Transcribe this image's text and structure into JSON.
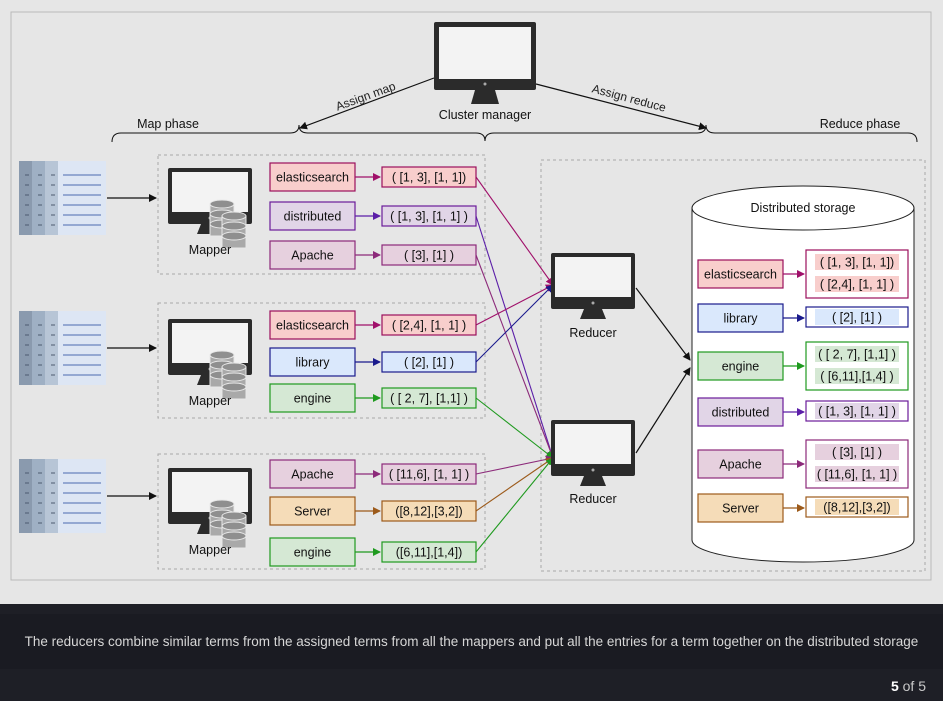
{
  "diagram": {
    "cluster_manager": "Cluster manager",
    "assign_map": "Assign map",
    "assign_reduce": "Assign reduce",
    "map_phase": "Map phase",
    "reduce_phase": "Reduce phase",
    "mapper_label": "Mapper",
    "reducer_label": "Reducer",
    "storage_title": "Distributed storage",
    "mappers": [
      {
        "terms": [
          {
            "term": "elasticsearch",
            "value": "( [1, 3], [1, 1])",
            "color": "pink"
          },
          {
            "term": "distributed",
            "value": "( [1, 3], [1, 1] )",
            "color": "purple"
          },
          {
            "term": "Apache",
            "value": "( [3], [1] )",
            "color": "mauve"
          }
        ]
      },
      {
        "terms": [
          {
            "term": "elasticsearch",
            "value": "( [2,4], [1, 1] )",
            "color": "pink"
          },
          {
            "term": "library",
            "value": "( [2], [1] )",
            "color": "blue"
          },
          {
            "term": "engine",
            "value": "( [ 2, 7], [1,1] )",
            "color": "green"
          }
        ]
      },
      {
        "terms": [
          {
            "term": "Apache",
            "value": "( [11,6], [1, 1] )",
            "color": "mauve"
          },
          {
            "term": "Server",
            "value": "([8,12],[3,2])",
            "color": "orange"
          },
          {
            "term": "engine",
            "value": "([6,11],[1,4])",
            "color": "green"
          }
        ]
      }
    ],
    "storage_entries": [
      {
        "term": "elasticsearch",
        "values": [
          "( [1, 3], [1, 1])",
          "( [2,4], [1, 1] )"
        ],
        "color": "pink"
      },
      {
        "term": "library",
        "values": [
          "( [2], [1] )"
        ],
        "color": "blue"
      },
      {
        "term": "engine",
        "values": [
          "( [ 2, 7], [1,1] )",
          "( [6,11],[1,4] )"
        ],
        "color": "green"
      },
      {
        "term": "distributed",
        "values": [
          "( [1, 3], [1, 1] )"
        ],
        "color": "purple"
      },
      {
        "term": "Apache",
        "values": [
          "( [3], [1] )",
          "( [11,6], [1, 1] )"
        ],
        "color": "mauve"
      },
      {
        "term": "Server",
        "values": [
          "([8,12],[3,2])"
        ],
        "color": "orange"
      }
    ]
  },
  "palette": {
    "pink": {
      "fill": "#f8cecc",
      "stroke": "#9b0f5c",
      "arrow": "#a0106a"
    },
    "purple": {
      "fill": "#e1d5e7",
      "stroke": "#6a1b9a",
      "arrow": "#5b1ea8"
    },
    "mauve": {
      "fill": "#e6d0de",
      "stroke": "#8c2a7a",
      "arrow": "#8c2a7a"
    },
    "blue": {
      "fill": "#dae8fc",
      "stroke": "#1a1a8c",
      "arrow": "#1a1a8c"
    },
    "green": {
      "fill": "#d5e8d4",
      "stroke": "#1f9a1f",
      "arrow": "#1f9a1f"
    },
    "orange": {
      "fill": "#f5dcb8",
      "stroke": "#9c5a1a",
      "arrow": "#9c5a1a"
    }
  },
  "caption": "The reducers combine similar terms from the assigned terms from all the mappers and put all the entries for a term together on the distributed storage",
  "pager": {
    "current": "5",
    "of_text": " of 5"
  }
}
